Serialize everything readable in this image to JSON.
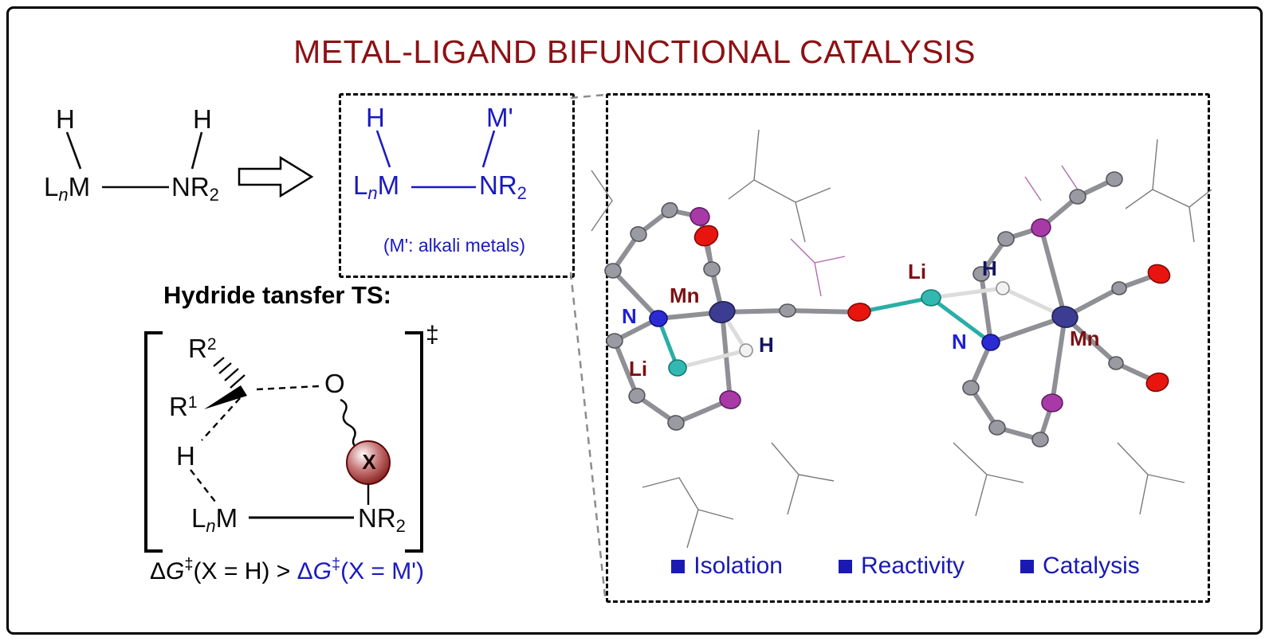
{
  "title": "METAL-LIGAND BIFUNCTIONAL CATALYSIS",
  "reactant": {
    "h_left": "H",
    "h_right": "H",
    "ligand": "L",
    "ligand_sub": "n",
    "metal": "M",
    "amide": "NR",
    "amide_sub": "2"
  },
  "product": {
    "h": "H",
    "m_prime": "M'",
    "ligand": "L",
    "ligand_sub": "n",
    "metal": "M",
    "amide": "NR",
    "amide_sub": "2",
    "note": "(M': alkali metals)"
  },
  "ts": {
    "heading": "Hydride tansfer TS:",
    "r2": "R",
    "r2_sup": "2",
    "r1": "R",
    "r1_sup": "1",
    "o": "O",
    "h": "H",
    "x": "X",
    "ligand": "L",
    "ligand_sub": "n",
    "metal": "M",
    "amide": "NR",
    "amide_sub": "2",
    "double_dagger": "‡"
  },
  "energy": {
    "delta_lhs": "Δ",
    "g_lhs": "G",
    "dagger_lhs": "‡",
    "cond_lhs": "(X = H) > ",
    "delta_rhs": "Δ",
    "g_rhs": "G",
    "dagger_rhs": "‡",
    "cond_rhs": "(X = M')"
  },
  "molecule": {
    "labels": [
      {
        "text": "N"
      },
      {
        "text": "Mn"
      },
      {
        "text": "Li"
      },
      {
        "text": "H"
      },
      {
        "text": "Li"
      },
      {
        "text": "H"
      },
      {
        "text": "N"
      },
      {
        "text": "Mn"
      }
    ]
  },
  "legend": [
    {
      "label": "Isolation"
    },
    {
      "label": "Reactivity"
    },
    {
      "label": "Catalysis"
    }
  ],
  "icons": {
    "square_bullet": "■"
  },
  "colors": {
    "title": "#8E1114",
    "structure_blue": "#1a1ac0",
    "legend_blue": "#1a1ab2",
    "label_blue": "#2020d6",
    "label_red": "#7c1013",
    "label_navy": "#14145e",
    "x_sphere": "#7c0d0d"
  }
}
